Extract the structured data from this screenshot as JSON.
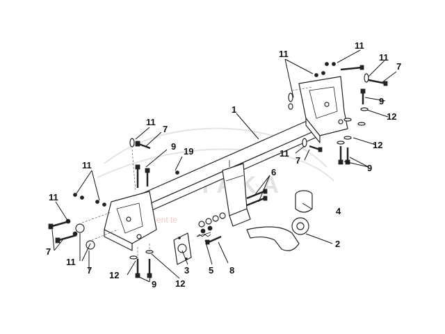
{
  "diagram": {
    "watermark": {
      "brand_text": "ATAKA",
      "tagline_text": "ent te"
    },
    "callouts": {
      "c_1": "1",
      "c_2": "2",
      "c_3": "3",
      "c_4": "4",
      "c_5": "5",
      "c_6": "6",
      "c_7_left_a": "7",
      "c_7_left_b": "7",
      "c_7_top_left": "7",
      "c_7_top_right": "7",
      "c_7_right": "7",
      "c_8": "8",
      "c_9_top_left": "9",
      "c_9_bottom": "9",
      "c_9_right_a": "9",
      "c_9_right_b": "9",
      "c_11_top_a": "11",
      "c_11_top_b": "11",
      "c_11_top_c": "11",
      "c_11_mid_left": "11",
      "c_11_left": "11",
      "c_11_left_b": "11",
      "c_11_top_left": "11",
      "c_11_right_mid": "11",
      "c_12_left": "12",
      "c_12_bottom": "12",
      "c_12_right_a": "12",
      "c_12_right_b": "12",
      "c_19": "19"
    }
  }
}
